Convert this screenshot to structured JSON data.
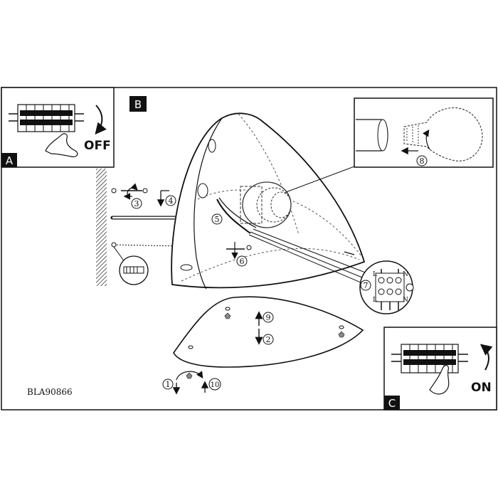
{
  "panels": {
    "a": {
      "letter": "A",
      "switch_label": "OFF"
    },
    "b": {
      "letter": "B"
    },
    "c": {
      "letter": "C",
      "switch_label": "ON"
    }
  },
  "steps": {
    "s1": "1",
    "s2": "2",
    "s3": "3",
    "s4": "4",
    "s5": "5",
    "s6": "6",
    "s7": "7",
    "s8": "8",
    "s9": "9",
    "s10": "10"
  },
  "terminal": {
    "l": "L",
    "n": "N"
  },
  "model_code": "BLA90866"
}
